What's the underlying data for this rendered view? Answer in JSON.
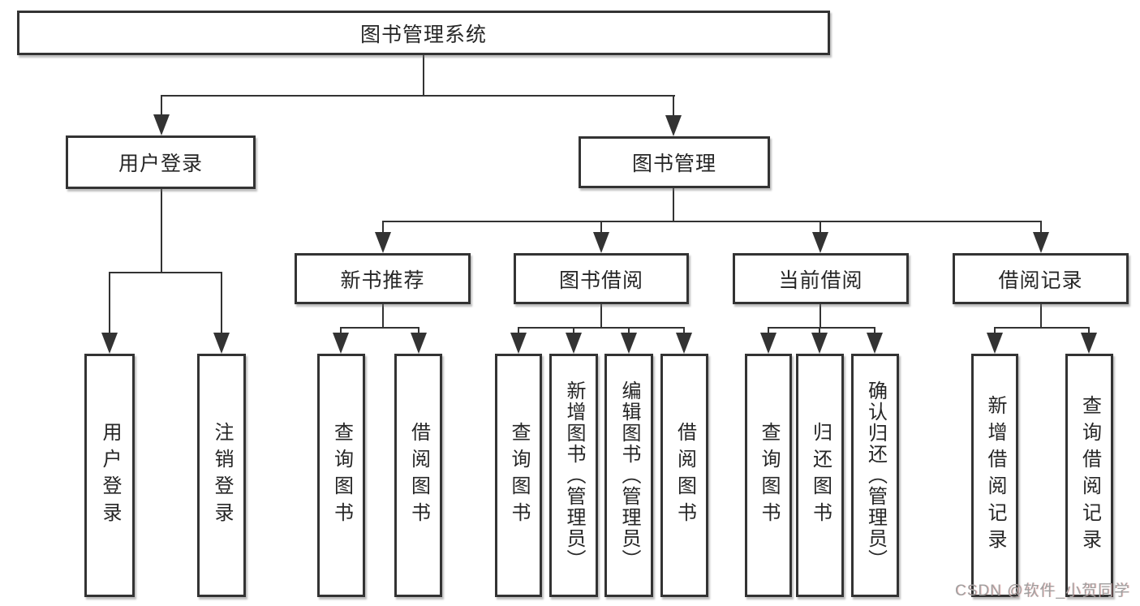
{
  "title": "图书管理系统",
  "colors": {
    "line": "#333333",
    "text": "#262626",
    "background": "#ffffff",
    "watermark": "#a0a0a0"
  },
  "tree": {
    "label": "图书管理系统",
    "children": [
      {
        "label": "用户登录",
        "children": [
          {
            "label": "用户登录"
          },
          {
            "label": "注销登录"
          }
        ]
      },
      {
        "label": "图书管理",
        "children": [
          {
            "label": "新书推荐",
            "children": [
              {
                "label": "查询图书"
              },
              {
                "label": "借阅图书"
              }
            ]
          },
          {
            "label": "图书借阅",
            "children": [
              {
                "label": "查询图书"
              },
              {
                "label": "新增图书（管理员）"
              },
              {
                "label": "编辑图书（管理员）"
              },
              {
                "label": "借阅图书"
              }
            ]
          },
          {
            "label": "当前借阅",
            "children": [
              {
                "label": "查询图书"
              },
              {
                "label": "归还图书"
              },
              {
                "label": "确认归还（管理员）"
              }
            ]
          },
          {
            "label": "借阅记录",
            "children": [
              {
                "label": "新增借阅记录"
              },
              {
                "label": "查询借阅记录"
              }
            ]
          }
        ]
      }
    ]
  },
  "watermark": {
    "text": "CSDN @软件_小贺同学"
  }
}
